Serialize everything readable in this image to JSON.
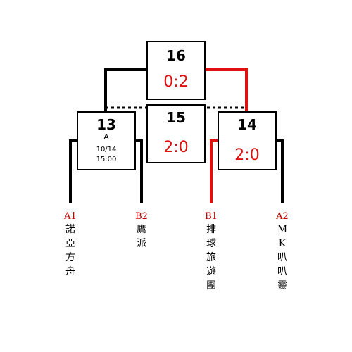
{
  "colors": {
    "winner_line": "#e01010",
    "line": "#000000",
    "score": "#e01010",
    "seed": "#c00000"
  },
  "matches": {
    "m16": {
      "number": "16",
      "score": "0:2"
    },
    "m15": {
      "number": "15",
      "score": "2:0"
    },
    "m13": {
      "number": "13",
      "court": "A",
      "date": "10/14",
      "time": "15:00"
    },
    "m14": {
      "number": "14",
      "score": "2:0"
    }
  },
  "teams": {
    "a1": {
      "seed": "A1",
      "name": [
        "諾",
        "亞",
        "方",
        "舟"
      ]
    },
    "b2": {
      "seed": "B2",
      "name": [
        "鷹",
        "派"
      ]
    },
    "b1": {
      "seed": "B1",
      "name": [
        "排",
        "球",
        "旅",
        "遊",
        "團"
      ]
    },
    "a2": {
      "seed": "A2",
      "name": [
        "M",
        "K",
        "叭",
        "叭",
        "靈"
      ]
    }
  }
}
